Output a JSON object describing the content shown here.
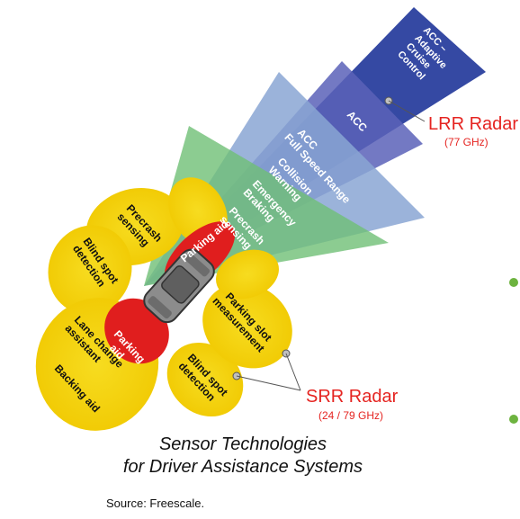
{
  "zones": {
    "lrr_acc": [
      "ACC –",
      "Adaptive",
      "Cruise",
      "Control"
    ],
    "acc": "ACC",
    "acc_full_speed": [
      "ACC",
      "Full Speed Range"
    ],
    "collision_warning": [
      "Collision",
      "Warning"
    ],
    "emergency_braking": [
      "Emergency",
      "Braking"
    ],
    "precrash_front": [
      "Precrash",
      "sensing"
    ],
    "parking_aid_front": "Parking aid",
    "parking_aid_rear": [
      "Parking",
      "aid"
    ],
    "precrash_left": [
      "Precrash",
      "sensing"
    ],
    "blind_spot_left": [
      "Blind spot",
      "detection"
    ],
    "lane_change": [
      "Lane change",
      "assistant"
    ],
    "backing_aid": "Backing aid",
    "parking_slot": [
      "Parking slot",
      "measurement"
    ],
    "blind_spot_right": [
      "Blind spot",
      "detection"
    ]
  },
  "radars": {
    "lrr": {
      "name": "LRR Radar",
      "freq": "(77 GHz)"
    },
    "srr": {
      "name": "SRR Radar",
      "freq": "(24 / 79 GHz)"
    }
  },
  "caption": {
    "line1": "Sensor Technologies",
    "line2": "for Driver Assistance Systems"
  },
  "source": "Source: Freescale.",
  "colors": {
    "lrr_blue": "#2a3f9e",
    "acc_purple": "#5a62b8",
    "fullspeed_blue": "#7d9ccf",
    "green": "#74c27a",
    "yellow": "#f5d400",
    "red": "#e01e1e",
    "radar_label": "#e52421",
    "bullet_green": "#6db33f"
  }
}
